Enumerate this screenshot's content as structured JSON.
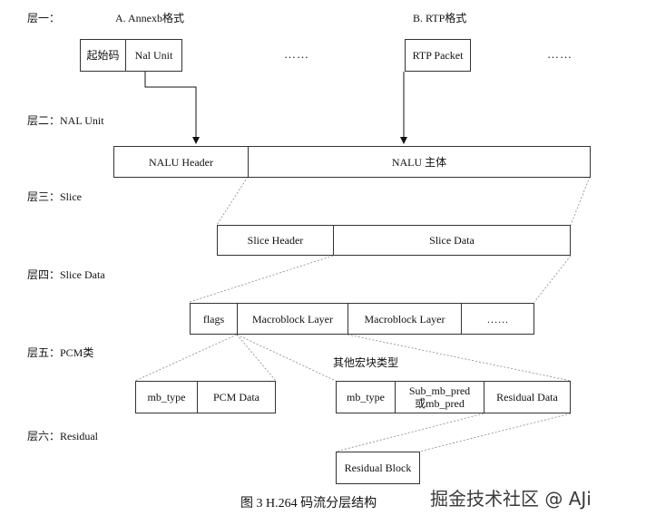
{
  "layers": {
    "l1": "层一：",
    "l2": "层二：NAL Unit",
    "l3": "层三：Slice",
    "l4": "层四：Slice Data",
    "l5": "层五：PCM类",
    "l6": "层六：Residual"
  },
  "format_a": "A. Annexb格式",
  "format_b": "B. RTP格式",
  "boxes": {
    "start_code": "起始码",
    "nal_unit": "Nal Unit",
    "rtp_packet": "RTP Packet",
    "nalu_header": "NALU Header",
    "nalu_body": "NALU 主体",
    "slice_header": "Slice Header",
    "slice_data": "Slice Data",
    "flags": "flags",
    "macroblock_layer_1": "Macroblock Layer",
    "macroblock_layer_2": "Macroblock Layer",
    "mb_type_1": "mb_type",
    "pcm_data": "PCM Data",
    "mb_type_2": "mb_type",
    "sub_mb_pred_1": "Sub_mb_pred",
    "sub_mb_pred_2": "或mb_pred",
    "residual_data": "Residual Data",
    "residual_block": "Residual Block"
  },
  "ellipsis": "……",
  "other_macroblock_types": "其他宏块类型",
  "caption": "图 3 H.264 码流分层结构",
  "watermark": "掘金技术社区 @ AJi"
}
